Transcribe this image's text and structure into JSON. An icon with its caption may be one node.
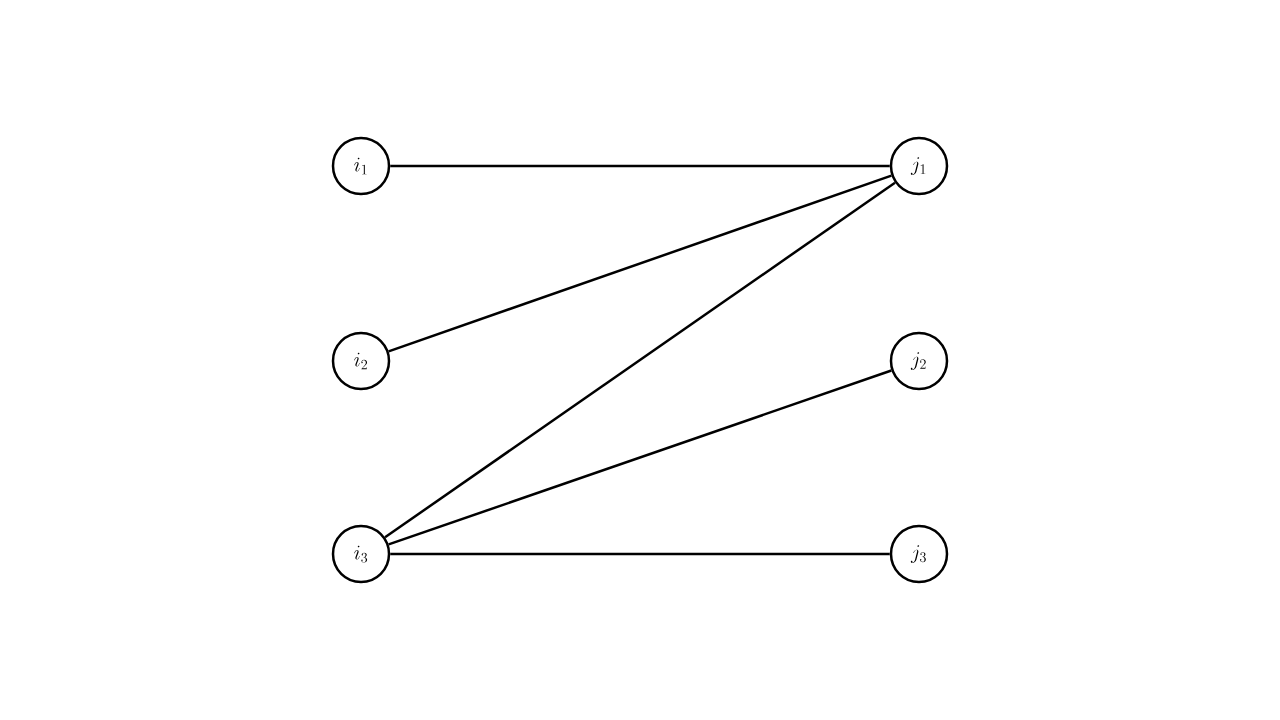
{
  "diagram": {
    "nodes": [
      {
        "text": [
          "i_1"
        ]
      },
      {
        "text": [
          "i_2"
        ]
      },
      {
        "text": [
          "i_3"
        ]
      },
      {
        "text": [
          "j_1"
        ]
      },
      {
        "text": [
          "j_2"
        ]
      },
      {
        "text": [
          "j_3"
        ]
      }
    ],
    "edges": [
      {
        "from": 0,
        "to": 3,
        "arrow": "none"
      },
      {
        "from": 1,
        "to": 3,
        "arrow": "none"
      },
      {
        "from": 2,
        "to": 3,
        "arrow": "none"
      },
      {
        "from": 2,
        "to": 4,
        "arrow": "none"
      },
      {
        "from": 2,
        "to": 5,
        "arrow": "none"
      }
    ]
  }
}
